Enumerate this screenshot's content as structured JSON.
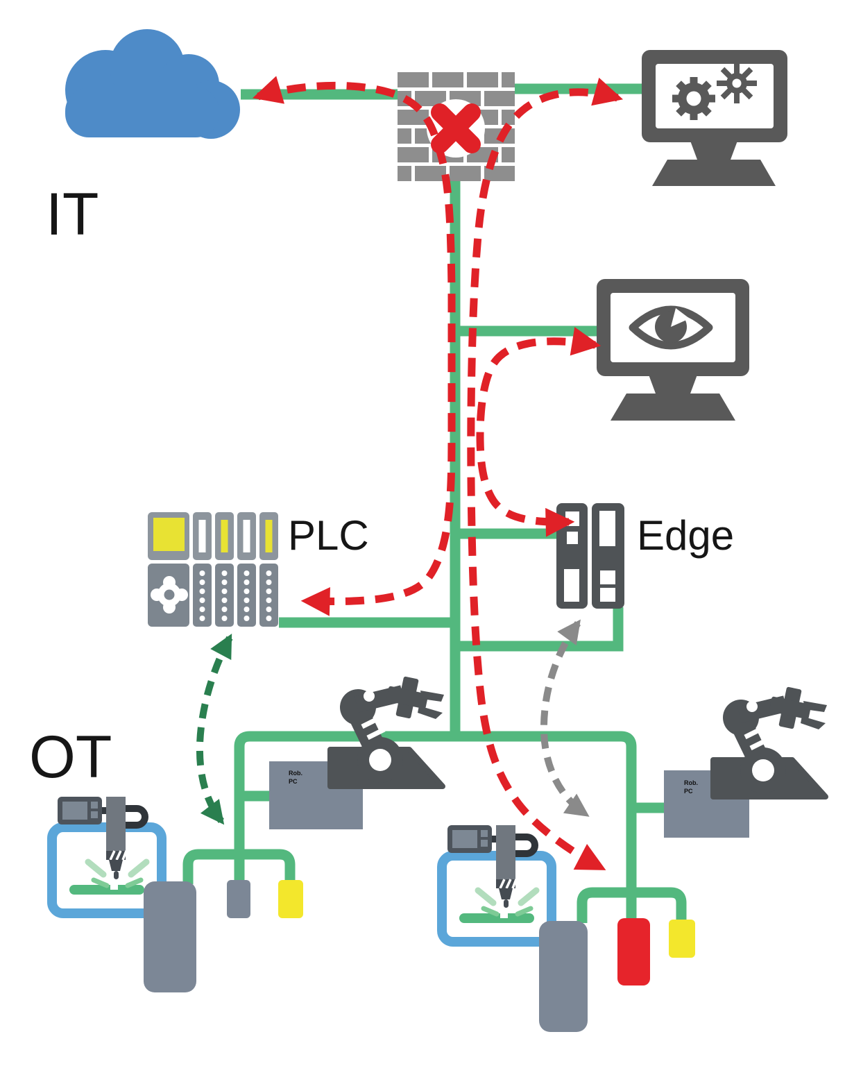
{
  "zones": {
    "it": "IT",
    "ot": "OT"
  },
  "devices": {
    "plc_label": "PLC",
    "edge_label": "Edge",
    "robot_pc_left": {
      "line1": "Rob.",
      "line2": "PC"
    },
    "robot_pc_right": {
      "line1": "Rob.",
      "line2": "PC"
    }
  },
  "icons": {
    "cloud": "cloud-icon",
    "firewall": "brick-wall-firewall-icon",
    "blocked": "red-x-blocked-icon",
    "it_system": "monitor-gears-icon",
    "monitoring": "monitor-eye-icon",
    "plc": "plc-module-rack-icon",
    "edge": "edge-device-icon",
    "robot": "robot-arm-icon",
    "welding_cell": "welding-cell-icon",
    "robot_pc": "robot-pc-box"
  },
  "colors": {
    "network_line": "#53b87e",
    "attack_path_red": "#e02127",
    "safe_path_green": "#2a7f4f",
    "edge_path_gray": "#8a8a8a",
    "cloud_blue": "#4e8bc8",
    "device_dark": "#4f5356",
    "device_gray": "#7c8796",
    "plc_gray": "#8d959d",
    "plc_yellow": "#e8e233",
    "device_yellow": "#f3e72c",
    "device_red": "#e6242b",
    "frame_blue": "#5ba6d9",
    "brick_gray": "#8e8e8e",
    "spark_light_green": "#b2ddbd"
  }
}
